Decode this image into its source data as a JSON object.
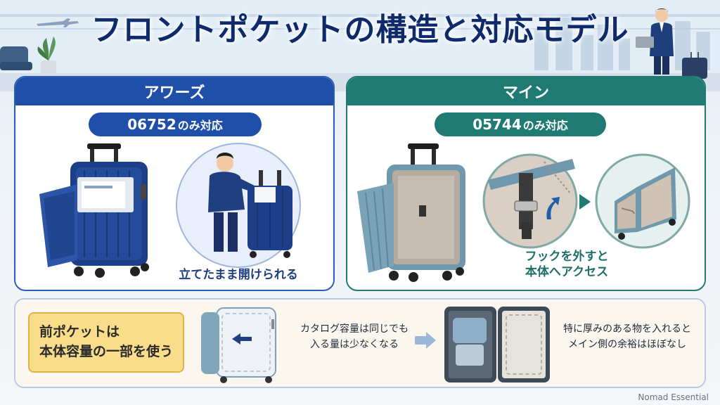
{
  "title": "フロントポケットの構造と対応モデル",
  "left_panel": {
    "header": "アワーズ",
    "badge_code": "06752",
    "badge_suffix": "のみ対応",
    "caption": "立てたまま開けられる"
  },
  "right_panel": {
    "header": "マイン",
    "badge_code": "05744",
    "badge_suffix": "のみ対応",
    "caption_line1": "フックを外すと",
    "caption_line2": "本体へアクセス"
  },
  "bottom": {
    "note_line1": "前ポケットは",
    "note_line2": "本体容量の一部を使う",
    "middle_line1": "カタログ容量は同じでも",
    "middle_line2": "入る量は少なくなる",
    "right_line1": "特に厚みのある物を入れると",
    "right_line2": "メイン側の余裕はほぼなし"
  },
  "brand": "Nomad Essential",
  "colors": {
    "navy": "#1f4fa8",
    "teal": "#1e7a72",
    "title": "#0f2a6b",
    "note": "#f9dd8a"
  }
}
